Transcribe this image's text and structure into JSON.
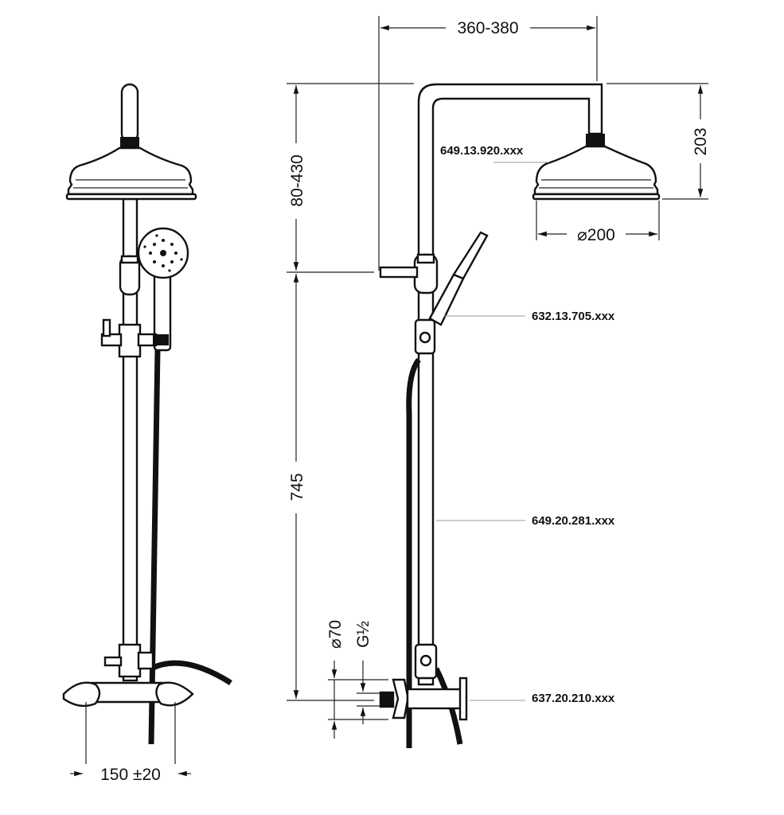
{
  "dimensions": {
    "arm_length": "360-380",
    "head_height": "203",
    "head_diameter": "⌀200",
    "height_adjust": "80-430",
    "riser_height": "745",
    "mixer_centers": "150 ±20",
    "flange_diameter": "⌀70",
    "thread": "G½"
  },
  "part_codes": {
    "shower_head": "649.13.920.xxx",
    "hand_shower": "632.13.705.xxx",
    "riser_pipe": "649.20.281.xxx",
    "mixer": "637.20.210.xxx"
  }
}
